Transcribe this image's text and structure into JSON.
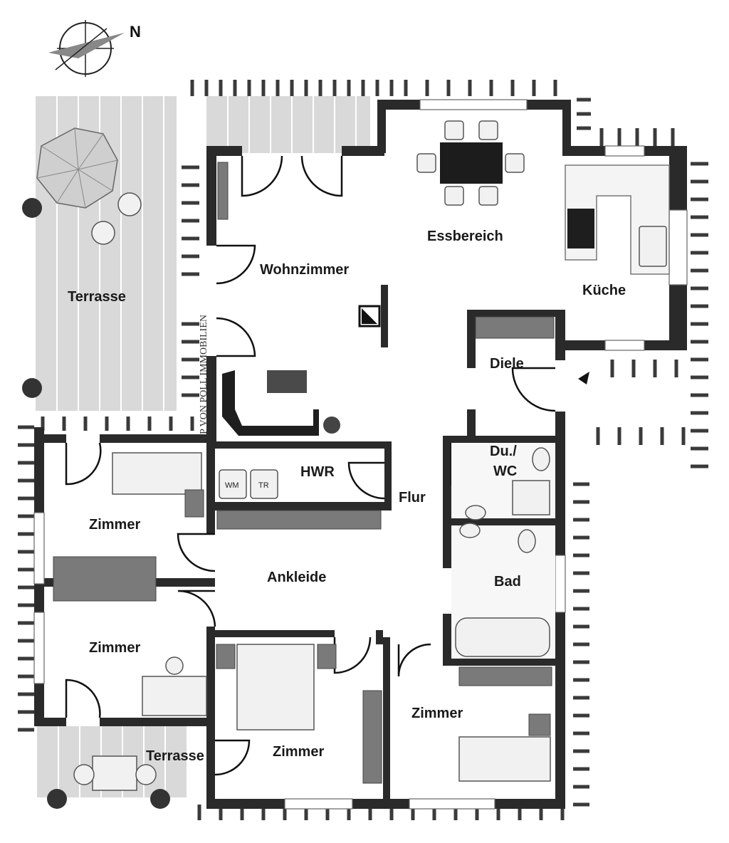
{
  "plan": {
    "north_label": "N",
    "watermark": "VP VON POLL IMMOBILIEN",
    "rooms": {
      "terrasse_main": "Terrasse",
      "wohnzimmer": "Wohnzimmer",
      "essbereich": "Essbereich",
      "kueche": "Küche",
      "diele": "Diele",
      "hwr": "HWR",
      "flur": "Flur",
      "du_wc_line1": "Du./",
      "du_wc_line2": "WC",
      "zimmer_nw": "Zimmer",
      "ankleide": "Ankleide",
      "bad": "Bad",
      "zimmer_w": "Zimmer",
      "zimmer_s": "Zimmer",
      "zimmer_se": "Zimmer",
      "terrasse_small": "Terrasse"
    },
    "appliances": {
      "wm": "WM",
      "tr": "TR"
    }
  }
}
